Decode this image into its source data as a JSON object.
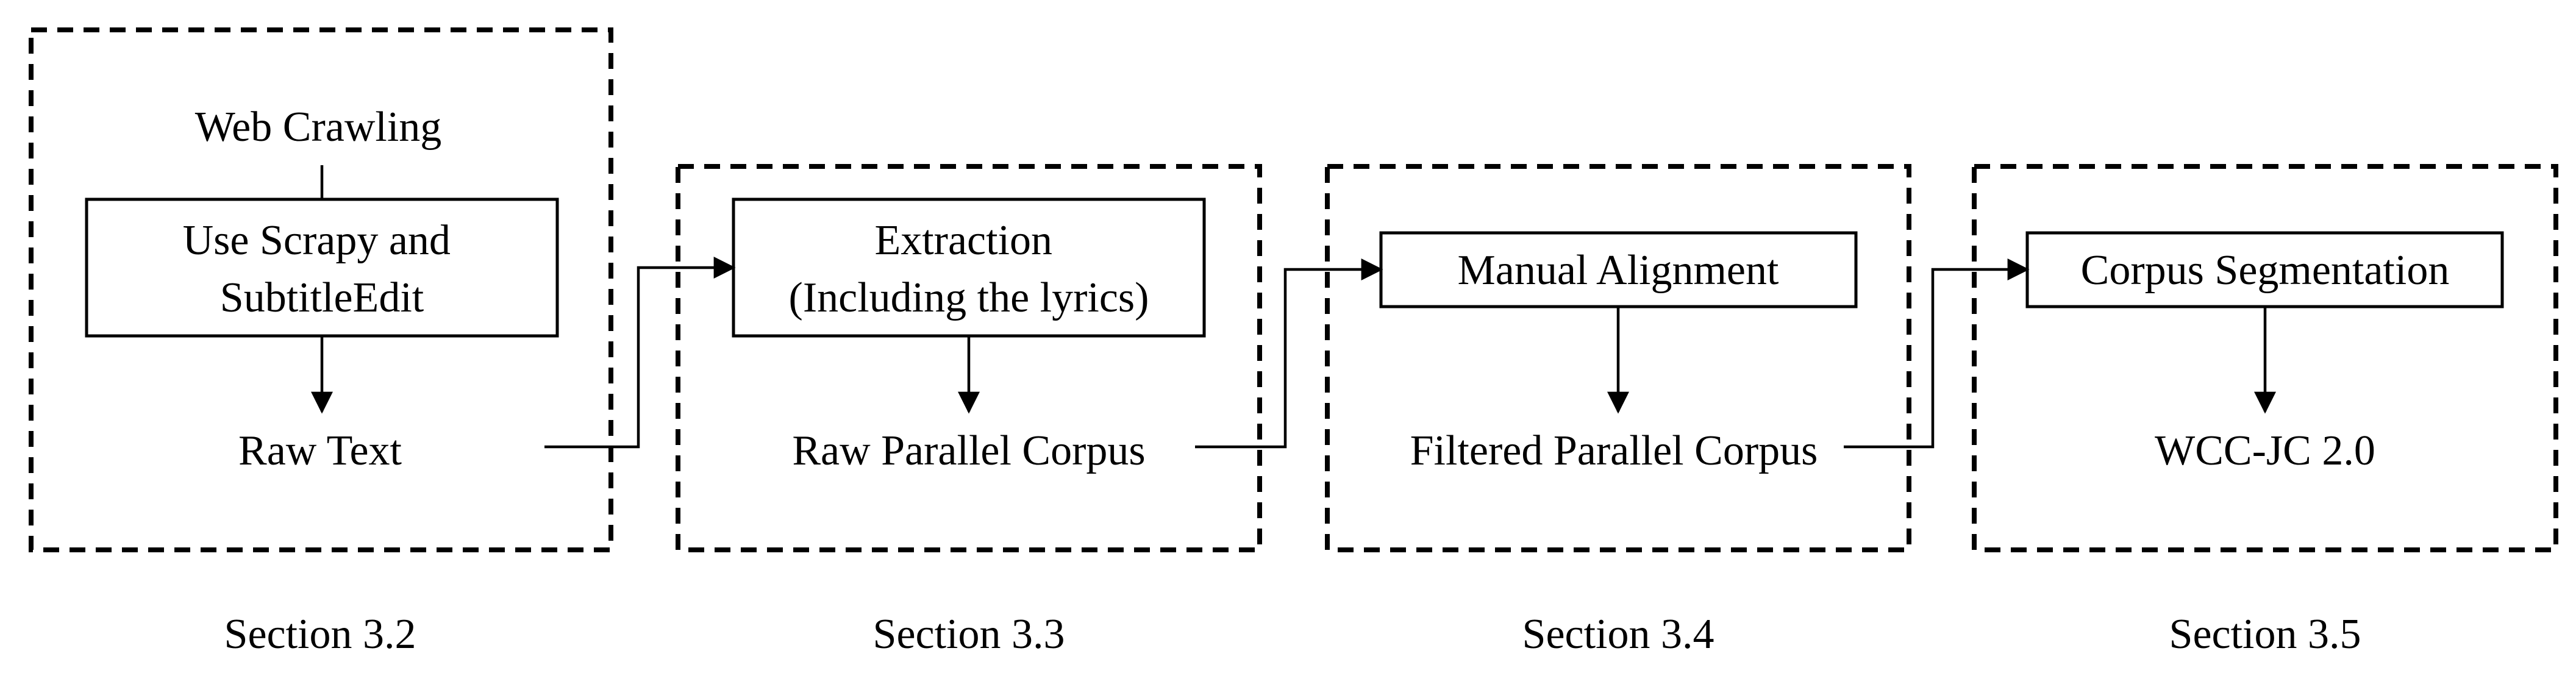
{
  "stages": [
    {
      "input": "Web Crawling",
      "process": [
        "Use Scrapy and",
        "SubtitleEdit"
      ],
      "output": "Raw Text",
      "section": "Section 3.2"
    },
    {
      "process": [
        "Extraction",
        "(Including the lyrics)"
      ],
      "output": "Raw Parallel Corpus",
      "section": "Section 3.3"
    },
    {
      "process": [
        "Manual Alignment"
      ],
      "output": "Filtered Parallel Corpus",
      "section": "Section 3.4"
    },
    {
      "process": [
        "Corpus Segmentation"
      ],
      "output": "WCC-JC 2.0",
      "section": "Section 3.5"
    }
  ]
}
